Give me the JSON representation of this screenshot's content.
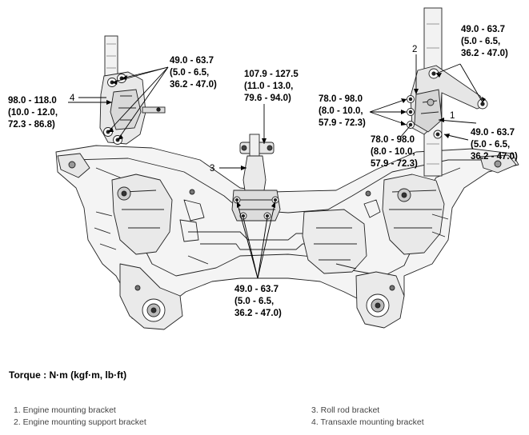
{
  "callouts": {
    "c1": [
      "49.0 - 63.7",
      "(5.0 - 6.5,",
      "36.2 - 47.0)"
    ],
    "c2": [
      "98.0 - 118.0",
      "(10.0 - 12.0,",
      "72.3 - 86.8)"
    ],
    "c3": [
      "107.9 - 127.5",
      "(11.0 - 13.0,",
      "79.6 - 94.0)"
    ],
    "c4": [
      "49.0 - 63.7",
      "(5.0 - 6.5,",
      "36.2 - 47.0)"
    ],
    "c5": [
      "78.0 - 98.0",
      "(8.0 - 10.0,",
      "57.9 - 72.3)"
    ],
    "c6": [
      "49.0 - 63.7",
      "(5.0 - 6.5,",
      "36.2 - 47.0)"
    ],
    "c7": [
      "78.0 - 98.0",
      "(8.0 - 10.0,",
      "57.9 - 72.3)"
    ],
    "c8": [
      "49.0 - 63.7",
      "(5.0 - 6.5,",
      "36.2 - 47.0)"
    ]
  },
  "part_numbers": {
    "p1": "1",
    "p2": "2",
    "p3": "3",
    "p4": "4"
  },
  "torque_label": "Torque : N·m (kgf·m, lb·ft)",
  "legend": {
    "left": [
      "1. Engine mounting bracket",
      "2. Engine mounting support bracket"
    ],
    "right": [
      "3. Roll rod bracket",
      "4. Transaxle mounting bracket"
    ]
  }
}
